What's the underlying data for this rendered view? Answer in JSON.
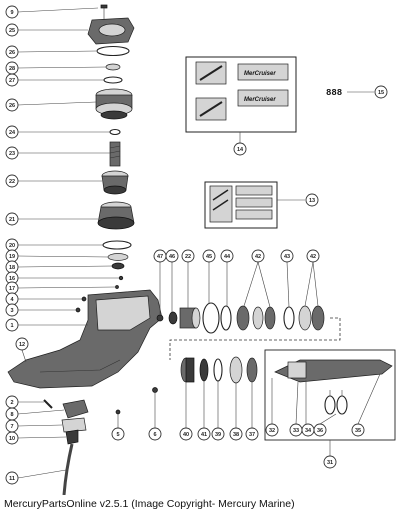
{
  "footer": {
    "text": "MercuryPartsOnline v2.5.1 (Image Copyright- Mercury Marine)"
  },
  "decals": {
    "brand": "MerCruiser",
    "part_code": "888"
  },
  "callouts": [
    {
      "label": "9"
    },
    {
      "label": "25"
    },
    {
      "label": "26"
    },
    {
      "label": "28"
    },
    {
      "label": "27"
    },
    {
      "label": "26"
    },
    {
      "label": "24"
    },
    {
      "label": "23"
    },
    {
      "label": "22"
    },
    {
      "label": "21"
    },
    {
      "label": "20"
    },
    {
      "label": "19"
    },
    {
      "label": "18"
    },
    {
      "label": "16"
    },
    {
      "label": "17"
    },
    {
      "label": "4"
    },
    {
      "label": "3"
    },
    {
      "label": "1"
    },
    {
      "label": "12"
    },
    {
      "label": "2"
    },
    {
      "label": "8"
    },
    {
      "label": "7"
    },
    {
      "label": "10"
    },
    {
      "label": "11"
    },
    {
      "label": "5"
    },
    {
      "label": "6"
    },
    {
      "label": "14"
    },
    {
      "label": "15"
    },
    {
      "label": "13"
    },
    {
      "label": "47"
    },
    {
      "label": "46"
    },
    {
      "label": "22"
    },
    {
      "label": "45"
    },
    {
      "label": "44"
    },
    {
      "label": "42"
    },
    {
      "label": "43"
    },
    {
      "label": "42"
    },
    {
      "label": "40"
    },
    {
      "label": "41"
    },
    {
      "label": "39"
    },
    {
      "label": "38"
    },
    {
      "label": "37"
    },
    {
      "label": "32"
    },
    {
      "label": "33"
    },
    {
      "label": "34"
    },
    {
      "label": "36"
    },
    {
      "label": "35"
    },
    {
      "label": "31"
    }
  ]
}
